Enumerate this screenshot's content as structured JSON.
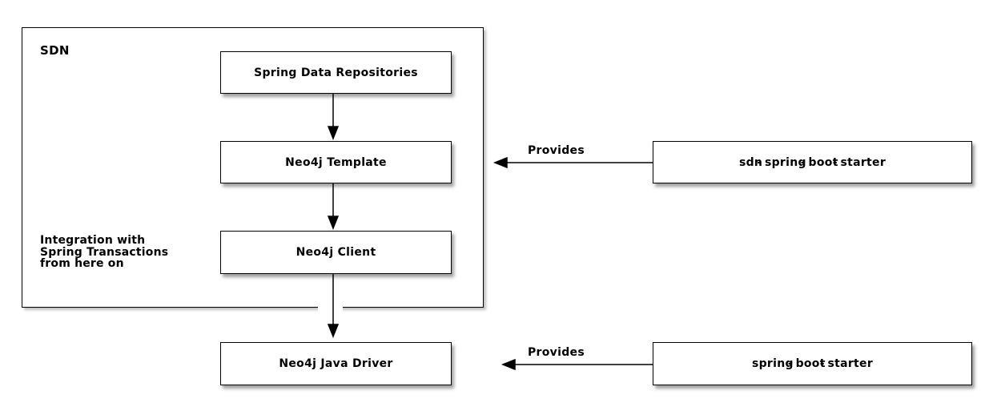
{
  "diagram": {
    "container": {
      "label": "SDN"
    },
    "annotation": {
      "lines": [
        "Integration with",
        "Spring Transactions",
        "from here on"
      ]
    },
    "nodes": [
      {
        "id": "spring-data-repositories",
        "label": "Spring Data Repositories"
      },
      {
        "id": "neo4j-template",
        "label": "Neo4j Template"
      },
      {
        "id": "neo4j-client",
        "label": "Neo4j Client"
      },
      {
        "id": "neo4j-java-driver",
        "label": "Neo4j Java Driver"
      },
      {
        "id": "sdn-spring-boot-starter",
        "label": "sdn-spring-boot-starter"
      },
      {
        "id": "spring-boot-starter",
        "label": "spring-boot-starter"
      }
    ],
    "edges": [
      {
        "from": "spring-data-repositories",
        "to": "neo4j-template",
        "label": ""
      },
      {
        "from": "neo4j-template",
        "to": "neo4j-client",
        "label": ""
      },
      {
        "from": "neo4j-client",
        "to": "neo4j-java-driver",
        "label": ""
      },
      {
        "from": "sdn-spring-boot-starter",
        "to": "neo4j-template",
        "label": "Provides"
      },
      {
        "from": "spring-boot-starter",
        "to": "neo4j-java-driver",
        "label": "Provides"
      }
    ],
    "colors": {
      "background": "#ffffff",
      "stroke": "#000000",
      "node_fill": "#ffffff",
      "text": "#000000",
      "shadow_rgba": "rgba(0,0,0,0.35)"
    }
  }
}
